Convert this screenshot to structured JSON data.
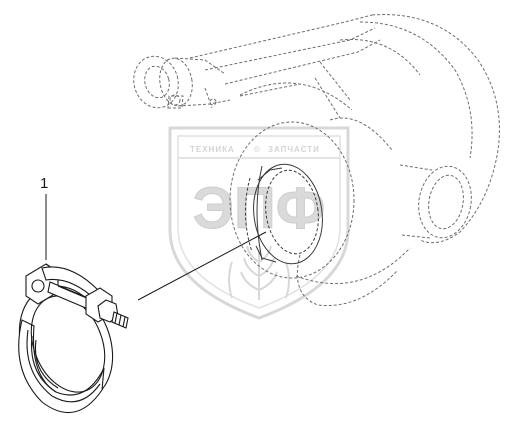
{
  "callout": {
    "number": "1"
  },
  "watermark": {
    "top_left": "ТЕХНИКА",
    "top_right": "ЗАПЧАСТИ",
    "symbol": "©",
    "letters": "ЭПФ",
    "color": "#c8c8c8"
  },
  "colors": {
    "line": "#1a1a1a",
    "ghost_line": "#6e6e6e",
    "watermark": "#d2d2d2"
  }
}
